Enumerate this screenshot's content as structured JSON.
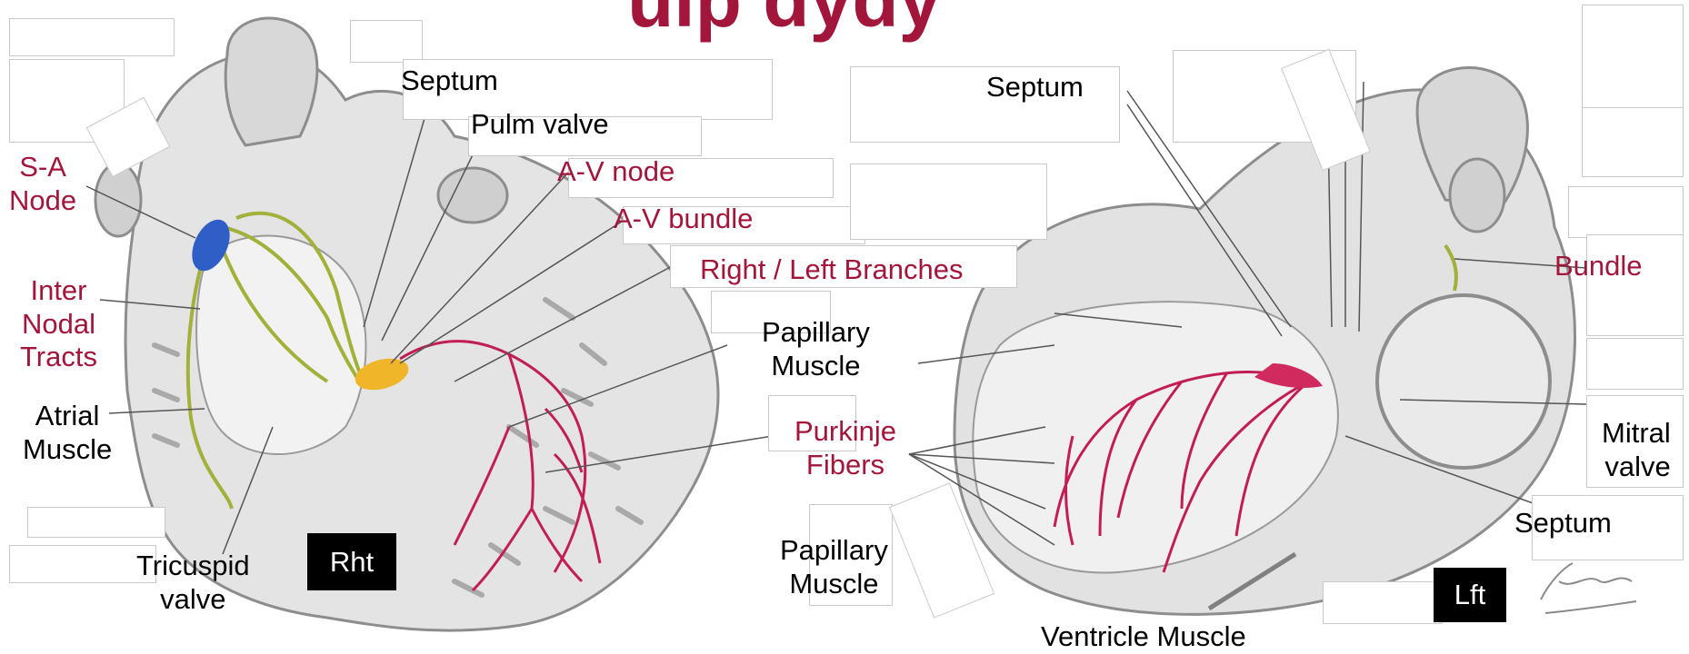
{
  "title": "ulp dydy",
  "colors": {
    "red_label": "#a3163b",
    "black_label": "#000000",
    "tag_bg": "#000000",
    "sa_node": "#2f5fc6",
    "av_node": "#f1b52a",
    "tracts": "#a2b13a",
    "purkinje": "#c21e55"
  },
  "right_heart": {
    "tag": "Rht",
    "labels": {
      "sa_node": "S-A\nNode",
      "inter_nodal_tracts": "Inter\nNodal\nTracts",
      "atrial_muscle": "Atrial\nMuscle",
      "tricuspid_valve": "Tricuspid\nvalve",
      "septum": "Septum",
      "pulm_valve": "Pulm valve",
      "av_node": "A-V node",
      "av_bundle": "A-V bundle",
      "branches": "Right / Left Branches",
      "papillary_muscle_upper": "Papillary\nMuscle",
      "purkinje_fibers": "Purkinje\nFibers",
      "papillary_muscle_lower": "Papillary\nMuscle"
    }
  },
  "left_heart": {
    "tag": "Lft",
    "labels": {
      "septum_top": "Septum",
      "bundle": "Bundle",
      "mitral_valve": "Mitral\nvalve",
      "septum_bottom": "Septum",
      "ventricle_muscle": "Ventricle Muscle"
    }
  }
}
